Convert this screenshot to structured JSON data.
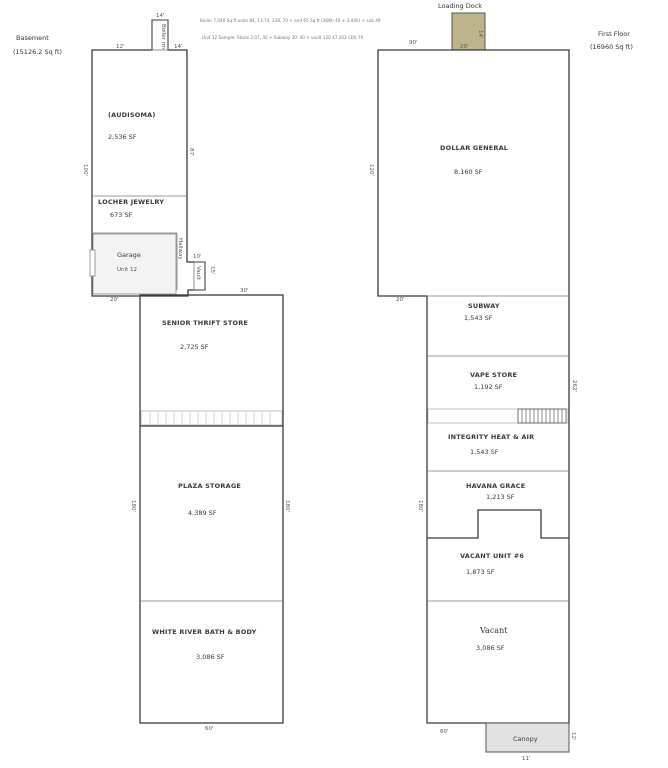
{
  "basement": {
    "title": "Basement",
    "area": "(15126.2 Sq ft)",
    "rooms": [
      {
        "name": "(AUDISOMA)",
        "area": "2,536 SF"
      },
      {
        "name": "LOCHER JEWELRY",
        "area": "673 SF"
      },
      {
        "name": "Garage",
        "area": "Unit 12"
      },
      {
        "name": "SENIOR THRIFT STORE",
        "area": "2,725 SF"
      },
      {
        "name": "PLAZA STORAGE",
        "area": "4,389 SF"
      },
      {
        "name": "WHITE RIVER BATH & BODY",
        "area": "3,086 SF"
      }
    ],
    "small_labels": {
      "boiler": "Boiler rm",
      "hallway": "Hallway",
      "vault": "Vault"
    },
    "dims": {
      "top_a": "14'",
      "top_b": "12'",
      "top_c": "14'",
      "left_upper": "100'",
      "right_upper": "87'",
      "mid_a": "10'",
      "mid_b": "15'",
      "mid_c": "30'",
      "left_step": "20'",
      "left_lower": "180'",
      "right_lower": "180'",
      "bottom": "60'"
    },
    "notes": [
      "Boiler 7,040 Sq ft units 84, 13.74, 238, 70 + and 65 Sq ft (36W) 40 + 3,440) + sub 49",
      "Unit 12 Sample: Stone 2,07, 40 + Subway 30' 40 + vault 120 47 202 (30) 70"
    ]
  },
  "first_floor": {
    "title": "First Floor",
    "area": "(16960 Sq ft)",
    "loading_dock": "Loading Dock",
    "dock_dims": {
      "a": "20'",
      "b": "14'"
    },
    "rooms": [
      {
        "name": "DOLLAR GENERAL",
        "area": "8,160 SF"
      },
      {
        "name": "SUBWAY",
        "area": "1,543 SF"
      },
      {
        "name": "VAPE STORE",
        "area": "1,192 SF"
      },
      {
        "name": "INTEGRITY HEAT & AIR",
        "area": "1,543 SF"
      },
      {
        "name": "HAVANA GRACE",
        "area": "1,213 SF"
      },
      {
        "name": "VACANT UNIT #6",
        "area": "1,873 SF"
      },
      {
        "name": "Vacant",
        "area": "3,086 SF"
      }
    ],
    "canopy": "Canopy",
    "dims": {
      "top": "90'",
      "left_upper": "120'",
      "step": "20'",
      "right": "262'",
      "left_lower": "180'",
      "bottom": "60'",
      "canopy_side": "12'",
      "canopy_bottom": "11'"
    }
  }
}
